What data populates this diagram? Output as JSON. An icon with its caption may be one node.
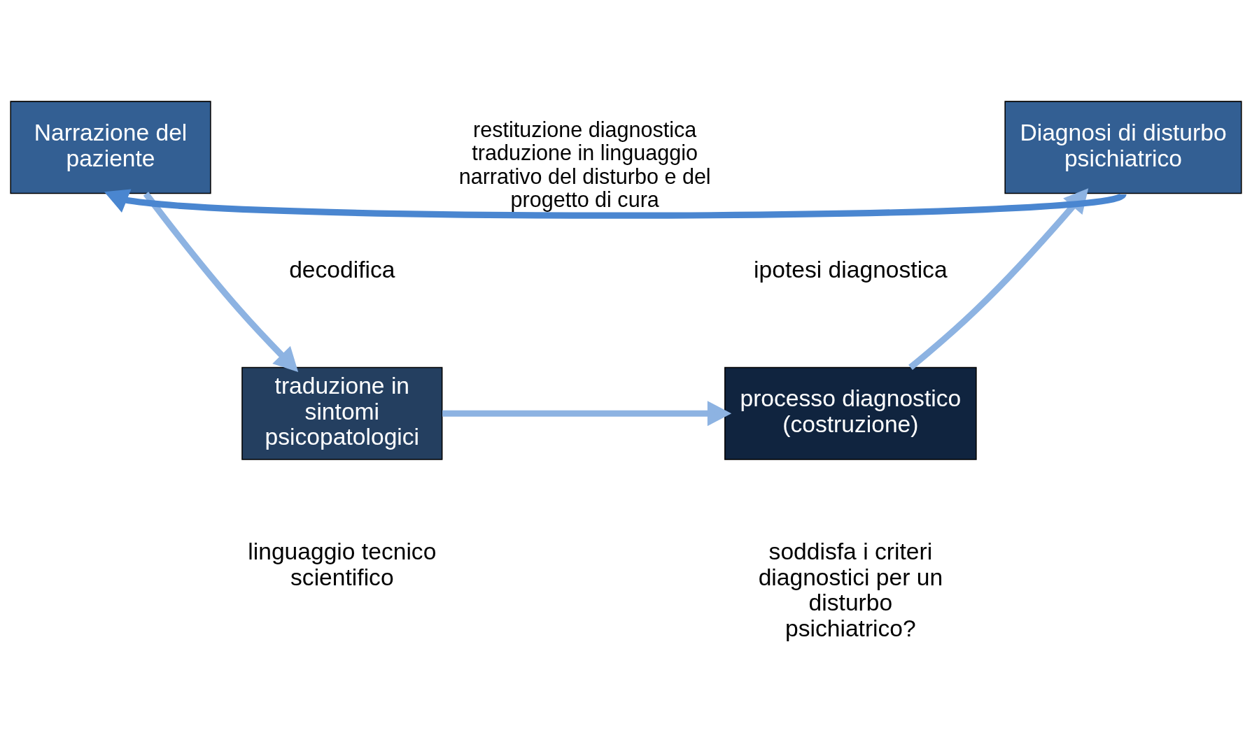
{
  "diagram": {
    "nodes": [
      {
        "text": [
          "Narrazione del paziente"
        ]
      },
      {
        "text": [
          "traduzione in sintomi psicopatologici"
        ],
        "beside": [
          "decodifica",
          "linguaggio tecnico scientifico"
        ]
      },
      {
        "text": [
          "processo diagnostico (costruzione)"
        ],
        "beside": [
          "ipotesi diagnostica",
          "soddisfa i criteri diagnostici per un disturbo psichiatrico?"
        ]
      },
      {
        "text": [
          "Diagnosi di disturbo psichiatrico"
        ]
      }
    ],
    "edges": [
      {
        "from": 0,
        "to": 1,
        "arrow": "to"
      },
      {
        "from": 1,
        "to": 2,
        "arrow": "to"
      },
      {
        "from": 2,
        "to": 3,
        "arrow": "to"
      },
      {
        "from": 3,
        "to": 0,
        "arrow": "to",
        "color": "#4a86d0",
        "label": "restituzione diagnostica traduzione in linguaggio narrativo del disturbo e del progetto di cura"
      }
    ]
  }
}
